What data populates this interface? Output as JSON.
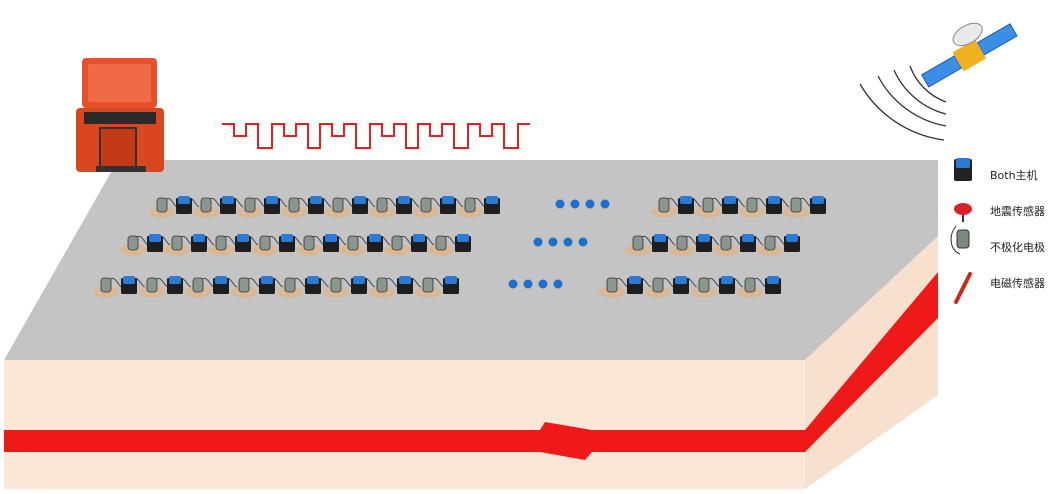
{
  "legend": {
    "items": [
      {
        "label": "Both主机",
        "icon": "host-unit-icon"
      },
      {
        "label": "地震传感器",
        "icon": "seismic-sensor-icon"
      },
      {
        "label": "不极化电极",
        "icon": "non-polarizing-electrode-icon"
      },
      {
        "label": "电磁传感器",
        "icon": "em-sensor-icon"
      }
    ]
  },
  "colors": {
    "surface": "#c4c4c4",
    "strata": "#fbe7d8",
    "red_layer": "#f0191a",
    "host_blue": "#2a7bd6",
    "ellipsis_blue": "#1f6fcf",
    "signal_red": "#e0211f",
    "instrument_case": "#e8502b"
  },
  "scene": {
    "rows": 3,
    "continuation_marks": "…"
  }
}
